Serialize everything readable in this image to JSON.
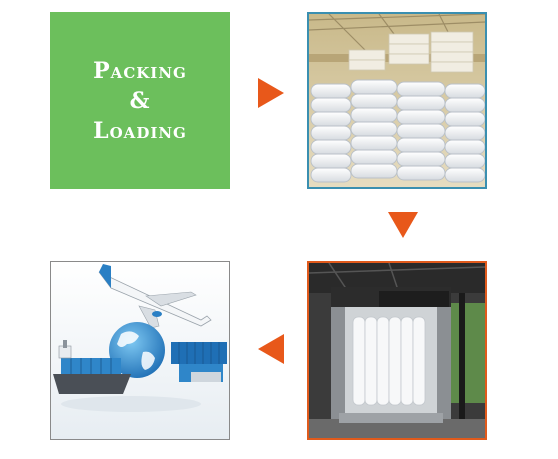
{
  "title_tile": {
    "line1": "Packing",
    "line2": "&",
    "line3": "Loading",
    "bg_color": "#6cbf5c"
  },
  "arrow_color": "#e8581a",
  "images": [
    {
      "name": "warehouse-bales-photo"
    },
    {
      "name": "container-loading-photo"
    },
    {
      "name": "global-logistics-illustration"
    }
  ]
}
